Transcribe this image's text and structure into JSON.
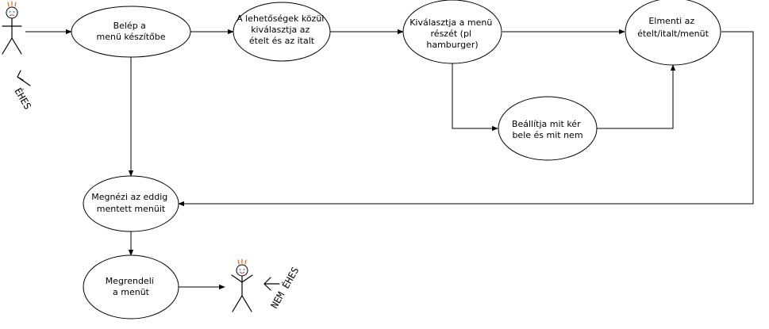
{
  "nodes": {
    "enter": {
      "lines": [
        "Belép a",
        "menü készítőbe"
      ]
    },
    "choose": {
      "lines": [
        "A lehetőségek közül",
        "kiválasztja az",
        "ételt és az italt"
      ]
    },
    "select_part": {
      "lines": [
        "Kiválasztja a menü",
        "részét (pl",
        "hamburger)"
      ]
    },
    "save": {
      "lines": [
        "Elmenti az",
        "ételt/italt/menüt"
      ]
    },
    "configure": {
      "lines": [
        "Beállítja mit kér",
        "bele és mit nem"
      ]
    },
    "view": {
      "lines": [
        "Megnézi az eddig",
        "mentett menüit"
      ]
    },
    "order": {
      "lines": [
        "Megrendeli",
        "a menüt"
      ]
    }
  },
  "actors": {
    "start": {
      "label": "ÉHES"
    },
    "end": {
      "label": "NEM ÉHES"
    }
  },
  "colors": {
    "hair": "#d2691e",
    "face": "#4a90d9",
    "line": "#000000"
  }
}
